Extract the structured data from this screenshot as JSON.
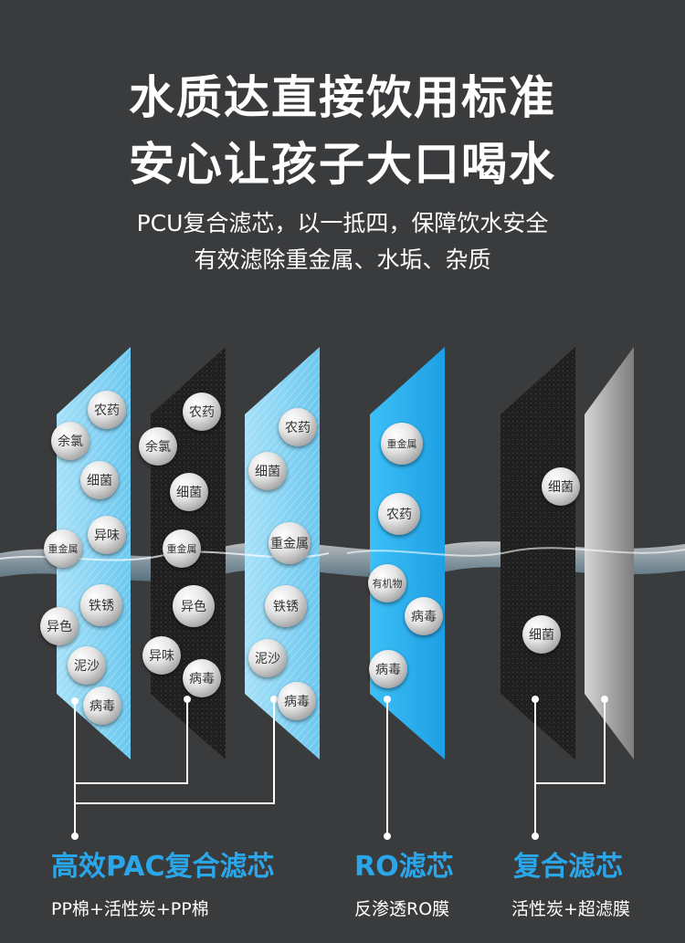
{
  "header": {
    "title_line1": "水质达直接饮用标准",
    "title_line2": "安心让孩子大口喝水",
    "subtitle_line1": "PCU复合滤芯，以一抵四，保障饮水安全",
    "subtitle_line2": "有效滤除重金属、水垢、杂质"
  },
  "filters": [
    {
      "label": "高效PAC复合滤芯",
      "desc": "PP棉+活性炭+PP棉"
    },
    {
      "label": "RO滤芯",
      "desc": "反渗透RO膜"
    },
    {
      "label": "复合滤芯",
      "desc": "活性炭+超滤膜"
    }
  ],
  "pollutants": {
    "layer1": [
      "农药",
      "余氯",
      "细菌",
      "异味",
      "重金属",
      "铁锈",
      "异色",
      "泥沙",
      "病毒"
    ],
    "layer2": [
      "农药",
      "余氯",
      "细菌",
      "重金属",
      "异色",
      "异味",
      "病毒"
    ],
    "layer3": [
      "农药",
      "细菌",
      "重金属",
      "铁锈",
      "泥沙",
      "病毒"
    ],
    "layer4": [
      "重金属",
      "农药",
      "有机物",
      "病毒",
      "病毒"
    ],
    "layer5": [
      "细菌",
      "细菌"
    ]
  },
  "colors": {
    "background": "#3a3b3d",
    "accent": "#2aa7ea",
    "pp_cotton": "#8fd6f4",
    "ro_membrane": "#27aef0",
    "carbon": "#1c1c1c",
    "ultrafiltration": "#9a9a9a"
  }
}
